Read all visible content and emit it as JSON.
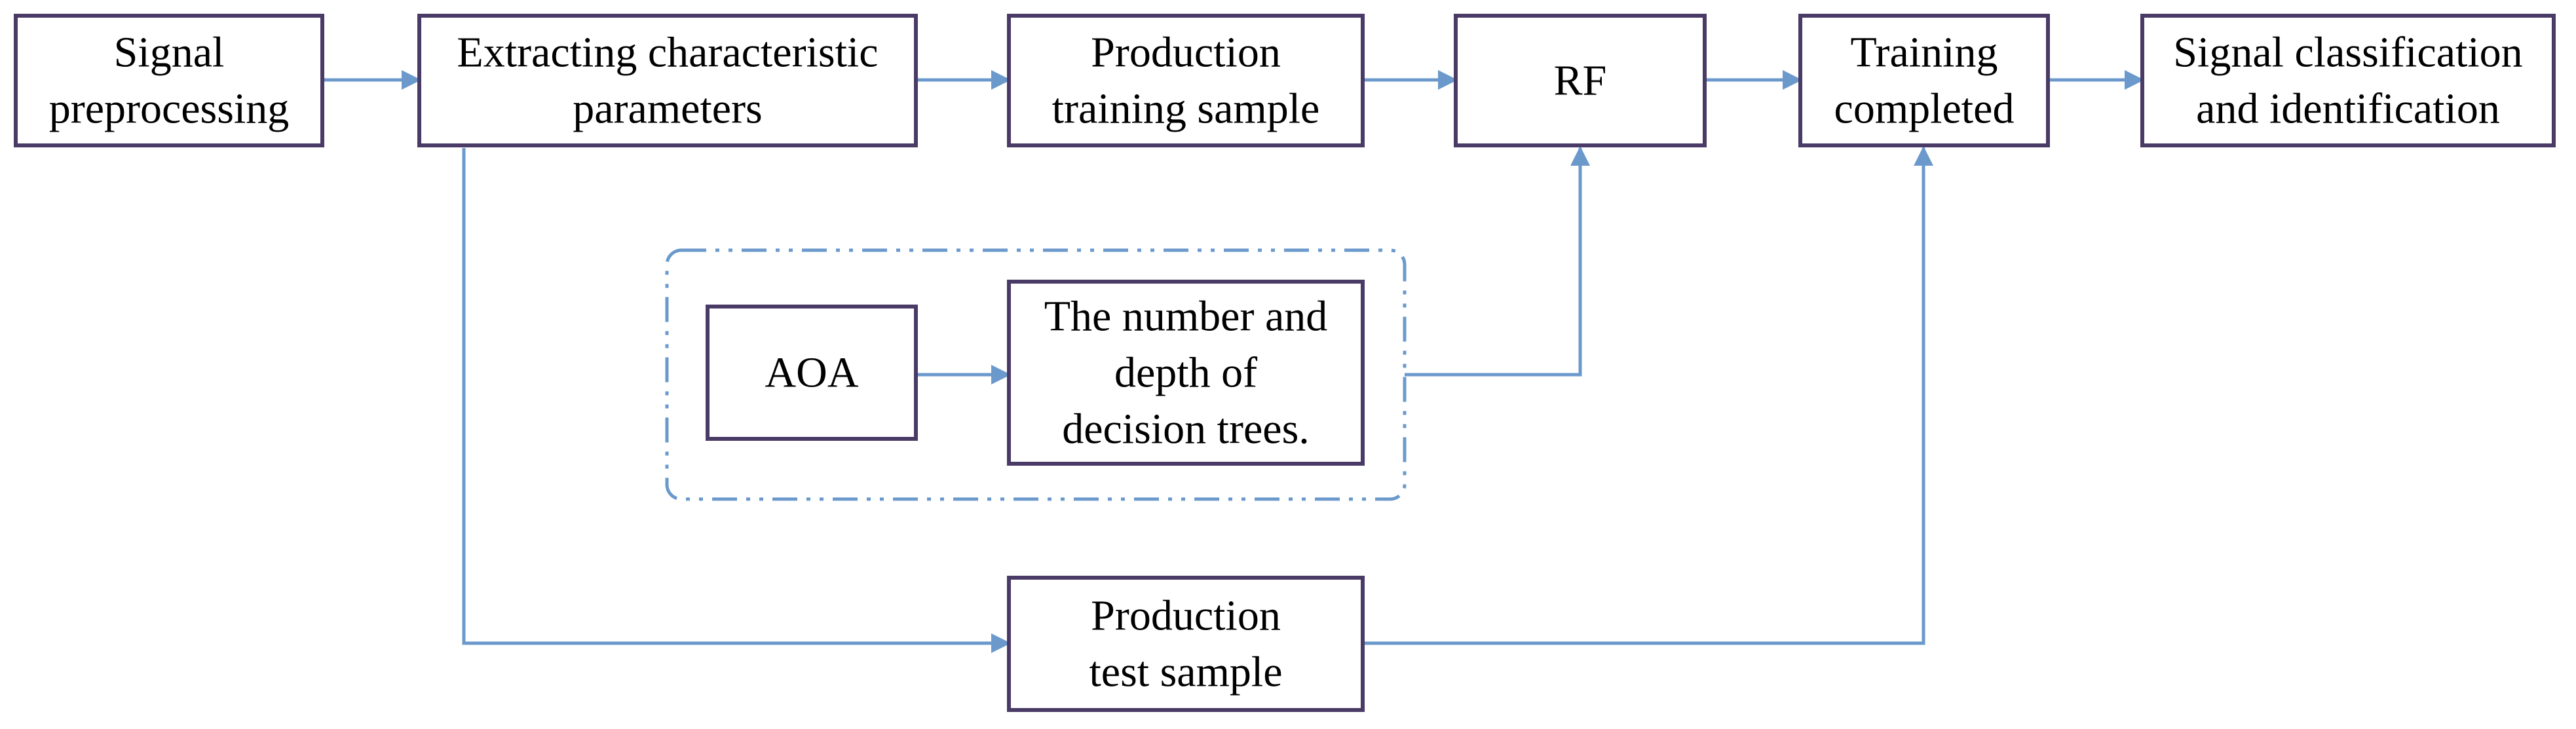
{
  "nodes": {
    "signal_preprocessing": [
      "Signal",
      "preprocessing"
    ],
    "extracting_parameters": [
      "Extracting characteristic",
      "parameters"
    ],
    "production_training_sample": [
      "Production",
      "training sample"
    ],
    "rf": [
      "RF"
    ],
    "training_completed": [
      "Training",
      "completed"
    ],
    "signal_classification": [
      "Signal classification",
      "and identification"
    ],
    "aoa": [
      "AOA"
    ],
    "number_depth_trees": [
      "The number and",
      "depth of",
      "decision trees."
    ],
    "production_test_sample": [
      "Production",
      "test sample"
    ]
  },
  "colors": {
    "node_border": "#4a3a66",
    "edge": "#6b99cc",
    "text": "#000000",
    "background": "#ffffff"
  }
}
